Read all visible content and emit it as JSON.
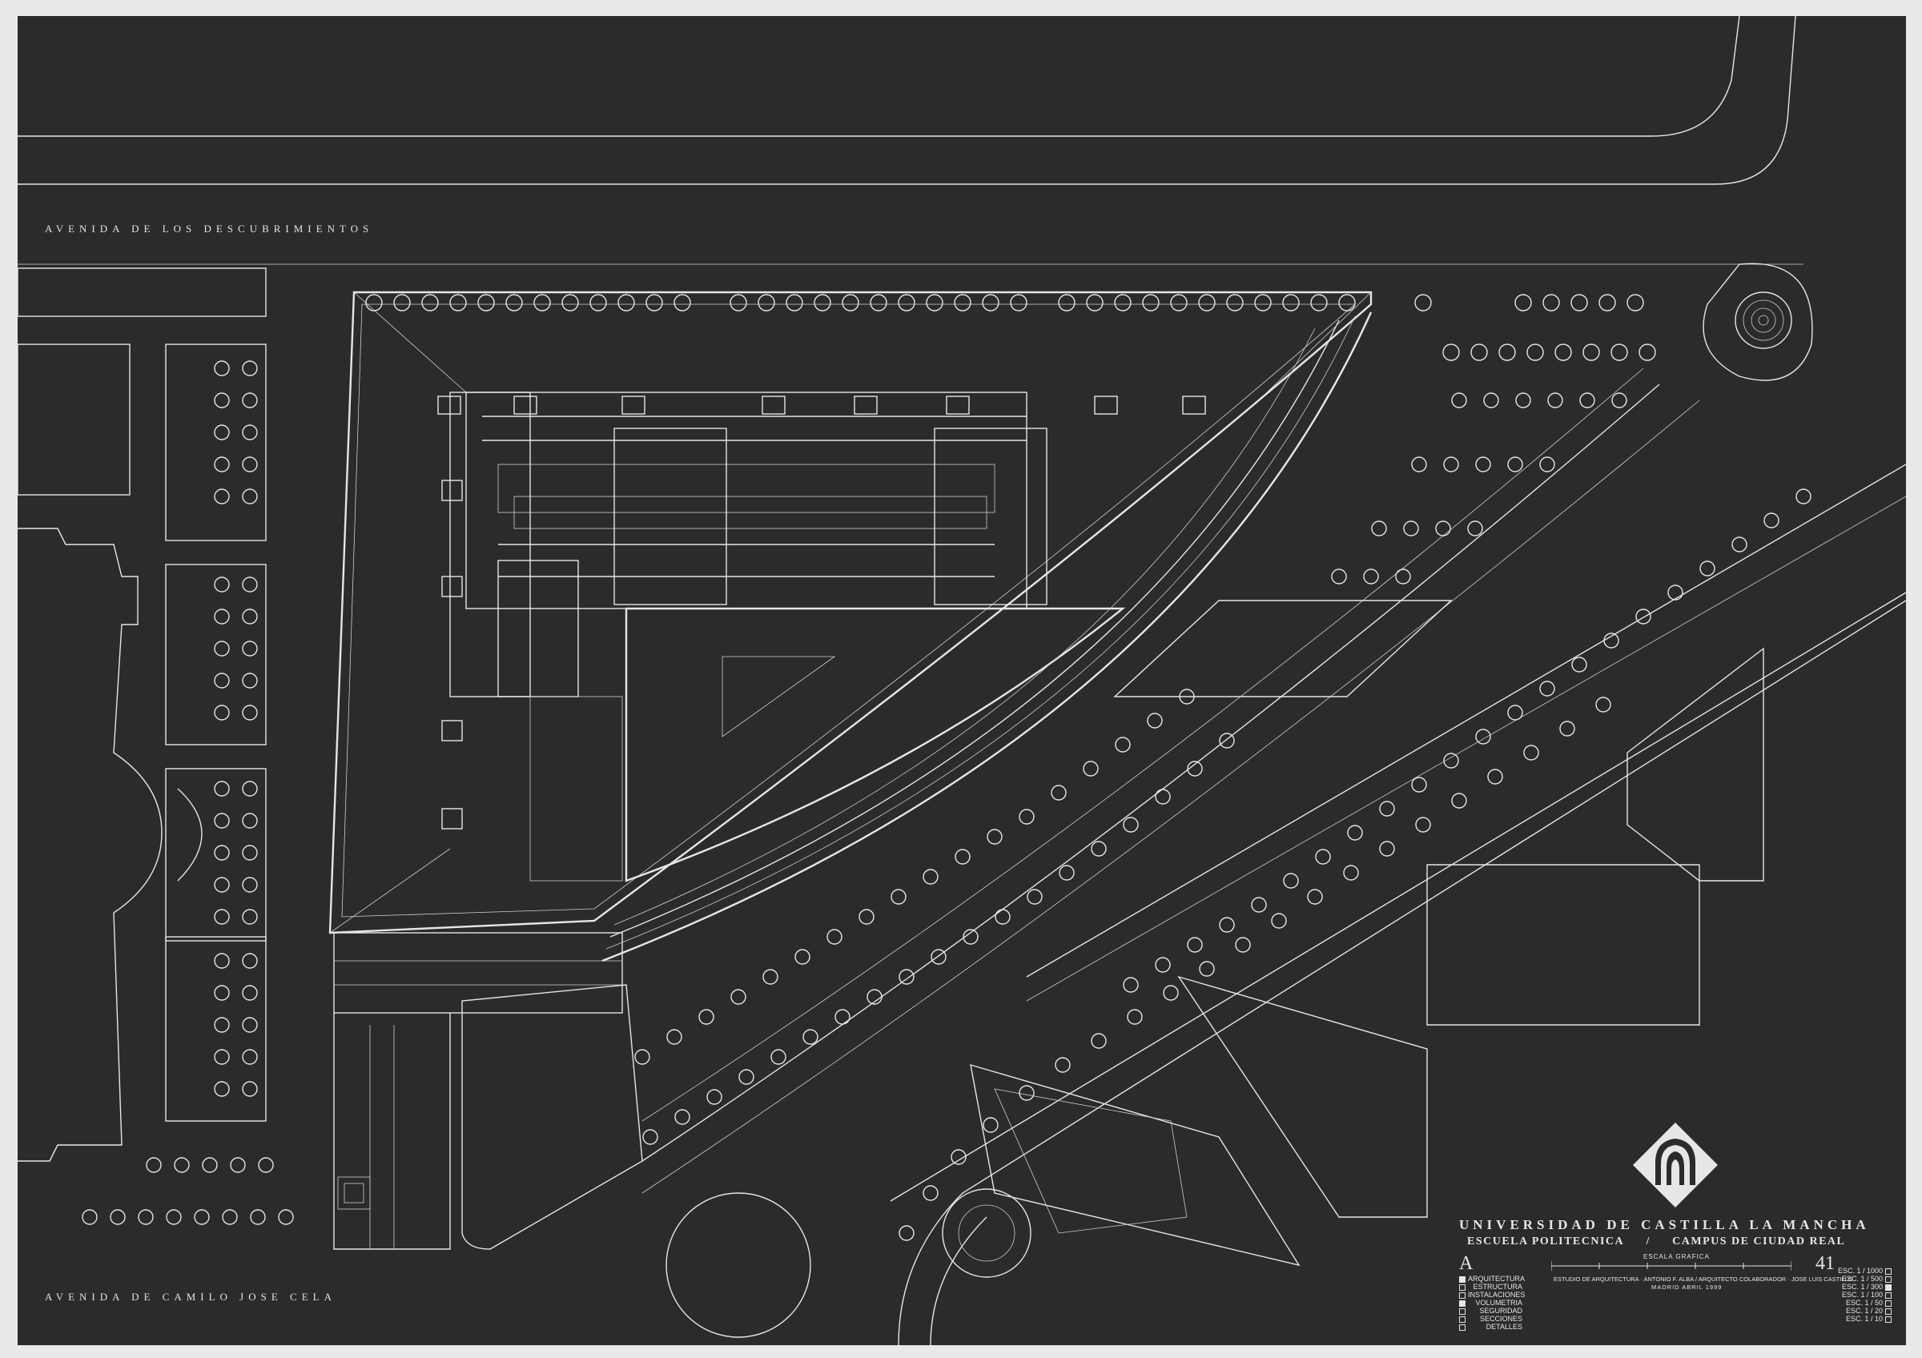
{
  "streets": {
    "top": "AVENIDA DE LOS DESCUBRIMIENTOS",
    "bottom": "AVENIDA DE CAMILO JOSE CELA"
  },
  "title_block": {
    "university": "UNIVERSIDAD DE CASTILLA LA MANCHA",
    "school": "ESCUELA POLITECNICA",
    "separator": "/",
    "campus": "CAMPUS DE CIUDAD REAL",
    "sheet_letter": "A",
    "sheet_number": "41",
    "scale_label": "ESCALA GRAFICA",
    "studio": "ESTUDIO DE ARQUITECTURA · ANTONIO F. ALBA / ARQUITECTO COLABORADOR · JOSE LUIS CASTILLO",
    "date": "MADRID   ABRIL  1999",
    "logo_icon": "university-arch-logo-icon"
  },
  "categories": [
    {
      "label": "ARQUITECTURA",
      "checked": true
    },
    {
      "label": "ESTRUCTURA",
      "checked": false
    },
    {
      "label": "INSTALACIONES",
      "checked": false
    },
    {
      "label": "VOLUMETRIA",
      "checked": true
    },
    {
      "label": "SEGURIDAD",
      "checked": false
    },
    {
      "label": "SECCIONES",
      "checked": false
    },
    {
      "label": "DETALLES",
      "checked": false
    }
  ],
  "scales": [
    {
      "label": "ESC. 1 / 1000",
      "checked": false
    },
    {
      "label": "ESC. 1 / 500",
      "checked": false
    },
    {
      "label": "ESC. 1 / 300",
      "checked": true
    },
    {
      "label": "ESC. 1 / 100",
      "checked": false
    },
    {
      "label": "ESC. 1 / 50",
      "checked": false
    },
    {
      "label": "ESC. 1 / 20",
      "checked": false
    },
    {
      "label": "ESC. 1 / 10",
      "checked": false
    }
  ],
  "colors": {
    "paper": "#2c2a2b",
    "lines": "#e6e6e6",
    "margin": "#e9e9e9"
  }
}
